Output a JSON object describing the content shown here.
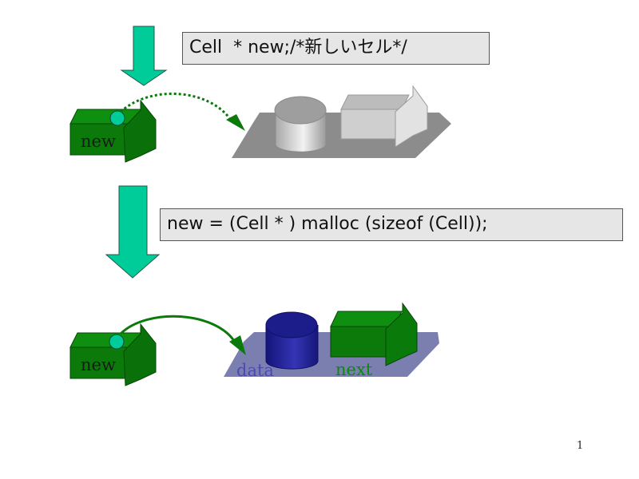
{
  "steps": [
    {
      "code": "Cell  * new;/*新しいセル*/",
      "pointer_label": "new",
      "pointer_state": "uninitialized"
    },
    {
      "code": "new = (Cell * ) malloc (sizeof (Cell));",
      "pointer_label": "new",
      "pointer_state": "allocated",
      "cell_fields": [
        "data",
        "next"
      ]
    }
  ],
  "page_number": "1",
  "colors": {
    "arrow_fill": "#00cc99",
    "box_green": "#0b7a0b",
    "box_green_dark": "#055a05",
    "dot_fill": "#00cc99",
    "grey_platform": "#8c8c8c",
    "blue_platform": "#7b7fb0",
    "data_blue": "#20208a",
    "label_data": "#4a4ab0",
    "label_next": "#0b8a0b"
  }
}
